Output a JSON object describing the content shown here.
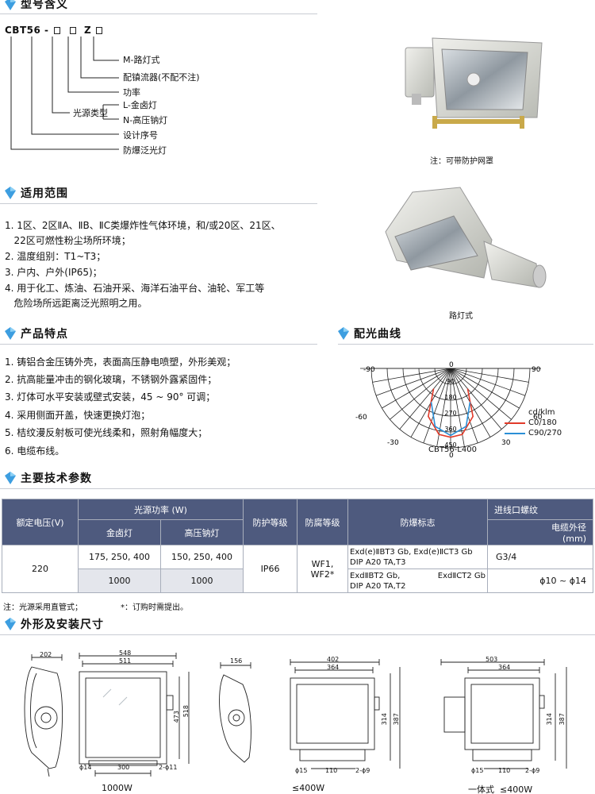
{
  "sections": {
    "model": "型号含义",
    "scope": "适用范围",
    "features": "产品特点",
    "light_curve": "配光曲线",
    "params": "主要技术参数",
    "dimensions": "外形及安装尺寸"
  },
  "model_code": {
    "prefix": "CBT56 -",
    "z": "Z",
    "labels": {
      "m": "M-路灯式",
      "ballast": "配镇流器(不配不注)",
      "power": "功率",
      "source_type": "光源类型",
      "l": "L-金卤灯",
      "n": "N-高压钠灯",
      "design": "设计序号",
      "explosion": "防爆泛光灯"
    }
  },
  "photo_captions": {
    "flood": "注：可带防护网罩",
    "street": "路灯式"
  },
  "scope_items": [
    "1. 1区、2区ⅡA、ⅡB、ⅡC类爆炸性气体环境，和/或20区、21区、",
    "   22区可燃性粉尘场所环境；",
    "2. 温度组别：T1~T3；",
    "3. 户内、户外(IP65)；",
    "4. 用于化工、炼油、石油开采、海洋石油平台、油轮、军工等",
    "   危险场所远距离泛光照明之用。"
  ],
  "feature_items": [
    "1. 铸铝合金压铸外壳，表面高压静电喷塑，外形美观；",
    "2. 抗高能量冲击的钢化玻璃，不锈钢外露紧固件；",
    "3. 灯体可水平安装或壁式安装，45 ~ 90° 可调；",
    "4. 采用侧面开盖，快速更换灯泡；",
    "5. 桔纹漫反射板可使光线柔和，照射角幅度大；",
    "6. 电缆布线。"
  ],
  "polar": {
    "angles": [
      "-90",
      "90",
      "-60",
      "60",
      "-30",
      "30",
      "0",
      "0"
    ],
    "rings": [
      "90",
      "180",
      "270",
      "360",
      "450"
    ],
    "unit": "cd/klm",
    "legend": [
      {
        "name": "C0/180",
        "color": "#e23b2a"
      },
      {
        "name": "C90/270",
        "color": "#2b8fd6"
      }
    ],
    "model": "CBT56-L400"
  },
  "chart_data": {
    "type": "line",
    "title": "",
    "polar": true,
    "radial_ticks": [
      90,
      180,
      270,
      360,
      450
    ],
    "angle_ticks": [
      -90,
      -60,
      -30,
      0,
      30,
      60,
      90
    ],
    "unit": "cd/klm",
    "series": [
      {
        "name": "C0/180",
        "angles": [
          -40,
          -25,
          -10,
          0,
          10,
          25,
          40
        ],
        "values": [
          150,
          300,
          380,
          390,
          380,
          300,
          150
        ]
      },
      {
        "name": "C90/270",
        "angles": [
          -30,
          -15,
          0,
          15,
          30
        ],
        "values": [
          220,
          340,
          380,
          340,
          220
        ]
      }
    ]
  },
  "table": {
    "h_voltage": "额定电压(V)",
    "h_power": "光源功率 (W)",
    "h_metal": "金卤灯",
    "h_sodium": "高压钠灯",
    "h_ip": "防护等级",
    "h_corrosion": "防腐等级",
    "h_ex": "防爆标志",
    "h_thread": "进线口螺纹",
    "h_cable": "电缆外径",
    "h_cable_unit": "(mm)",
    "voltage": "220",
    "metal_top": "175, 250, 400",
    "sodium_top": "150, 250, 400",
    "metal_bottom": "1000",
    "sodium_bottom": "1000",
    "ip": "IP66",
    "corrosion_1": "WF1,",
    "corrosion_2": "WF2*",
    "ex_1": "Exd(e)ⅡBT3 Gb, Exd(e)ⅡCT3 Gb",
    "ex_2": "DIP A20 TA,T3",
    "ex_3a": "ExdⅡBT2 Gb,",
    "ex_3b": "ExdⅡCT2 Gb",
    "ex_4": "DIP A20 TA,T2",
    "thread": "G3/4",
    "cable": "ϕ10 ~ ϕ14"
  },
  "table_notes": {
    "note1": "注：光源采用直管式；",
    "note2": "*：订购时需提出。"
  },
  "drawings": {
    "d1_w": "202",
    "d2_w1": "548",
    "d2_w2": "511",
    "d2_h1": "473",
    "d2_h2": "518",
    "d2_hole": "ϕ14",
    "d2_span": "300",
    "d2_holes": "2-ϕ11",
    "d3_w": "156",
    "d4_w1": "402",
    "d4_w2": "364",
    "d4_h": "314",
    "d4_h2": "387",
    "d4_hole": "ϕ15",
    "d4_span": "110",
    "d4_holes": "2-ϕ9",
    "d5_w1": "503",
    "d5_w2": "364",
    "d5_h": "314",
    "d5_h2": "387",
    "d5_hole": "ϕ15",
    "d5_span": "110",
    "d5_holes": "2-ϕ9",
    "cap_1000": "1000W",
    "cap_400": "≤400W",
    "cap_one": "一体式  ≤400W"
  }
}
